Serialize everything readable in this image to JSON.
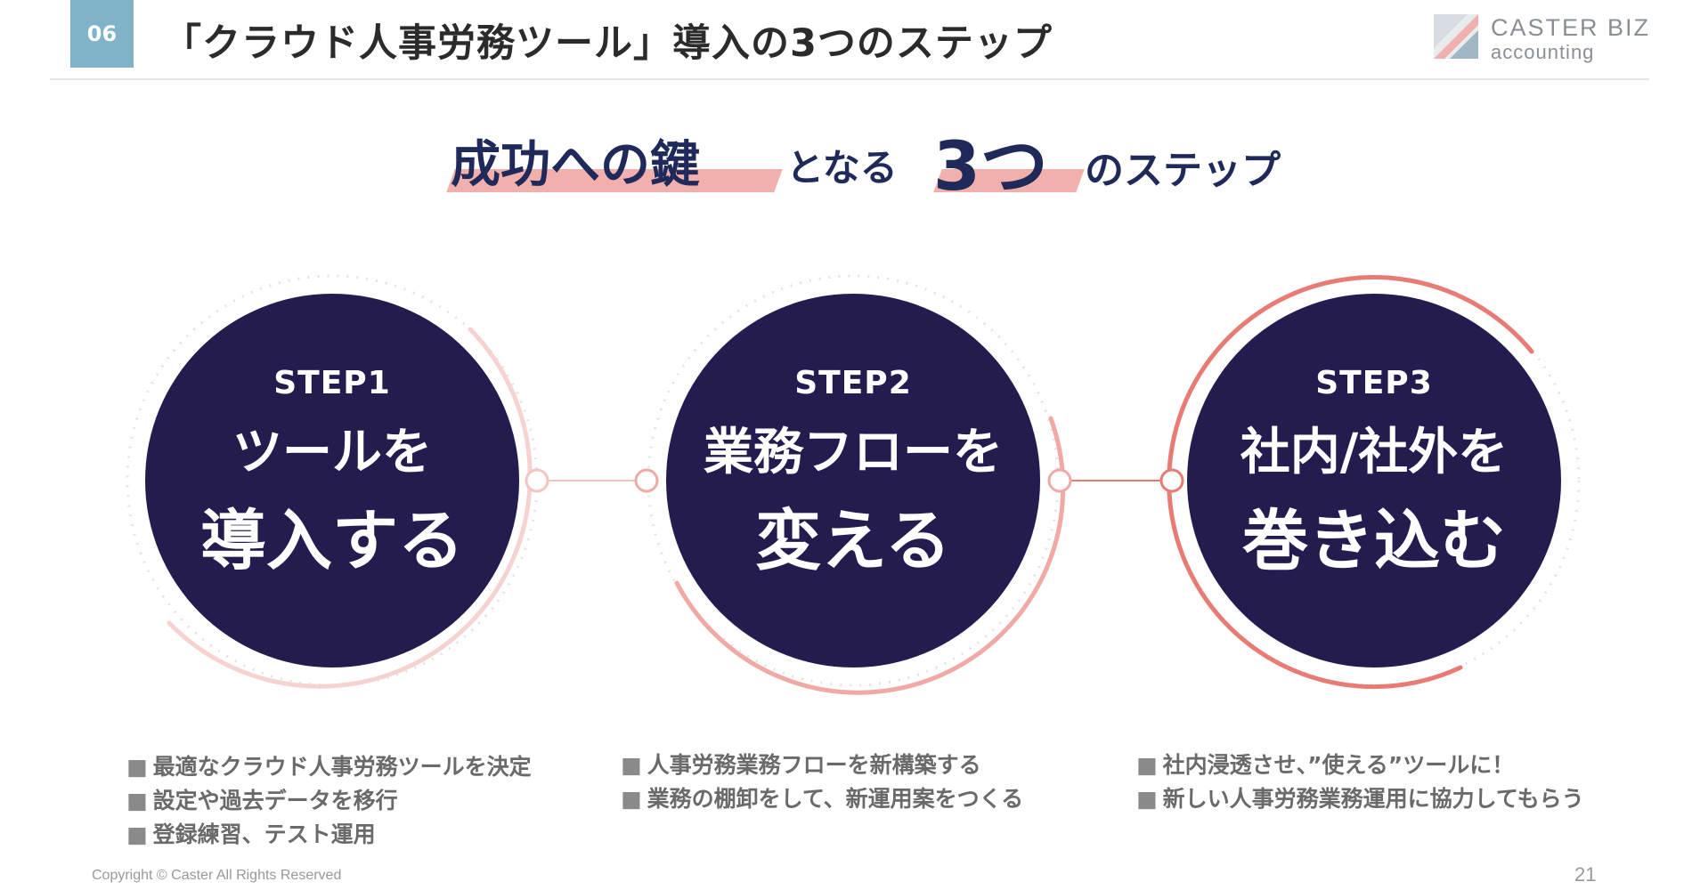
{
  "header": {
    "badge": "06",
    "title": "「クラウド人事労務ツール」導入の3つのステップ",
    "logo": {
      "line1": "CASTER BIZ",
      "line2": "accounting"
    }
  },
  "headline": {
    "part1": "成功への鍵",
    "part2": "となる",
    "part3": "3つ",
    "part4": "のステップ"
  },
  "steps": [
    {
      "label": "STEP1",
      "line1": "ツールを",
      "line2": "導入する",
      "bullets": [
        "最適なクラウド人事労務ツールを決定",
        "設定や過去データを移行",
        "登録練習、テスト運用"
      ]
    },
    {
      "label": "STEP2",
      "line1": "業務フローを",
      "line2": "変える",
      "bullets": [
        "人事労務業務フローを新構築する",
        "業務の棚卸をして、新運用案をつくる"
      ]
    },
    {
      "label": "STEP3",
      "line1": "社内/社外を",
      "line2": "巻き込む",
      "bullets": [
        "社内浸透させ、”使える”ツールに！",
        "新しい人事労務業務運用に協力してもらう"
      ]
    }
  ],
  "footer": {
    "copyright": "Copyright © Caster All Rights Reserved",
    "page": "21"
  },
  "colors": {
    "badge": "#7fb3c7",
    "navy_circle": "#241b4f",
    "accent_pink": "#f2b0ad",
    "arc_red": "#e87b74",
    "headline_text": "#1f2a5a"
  },
  "bullet_marker": "■"
}
